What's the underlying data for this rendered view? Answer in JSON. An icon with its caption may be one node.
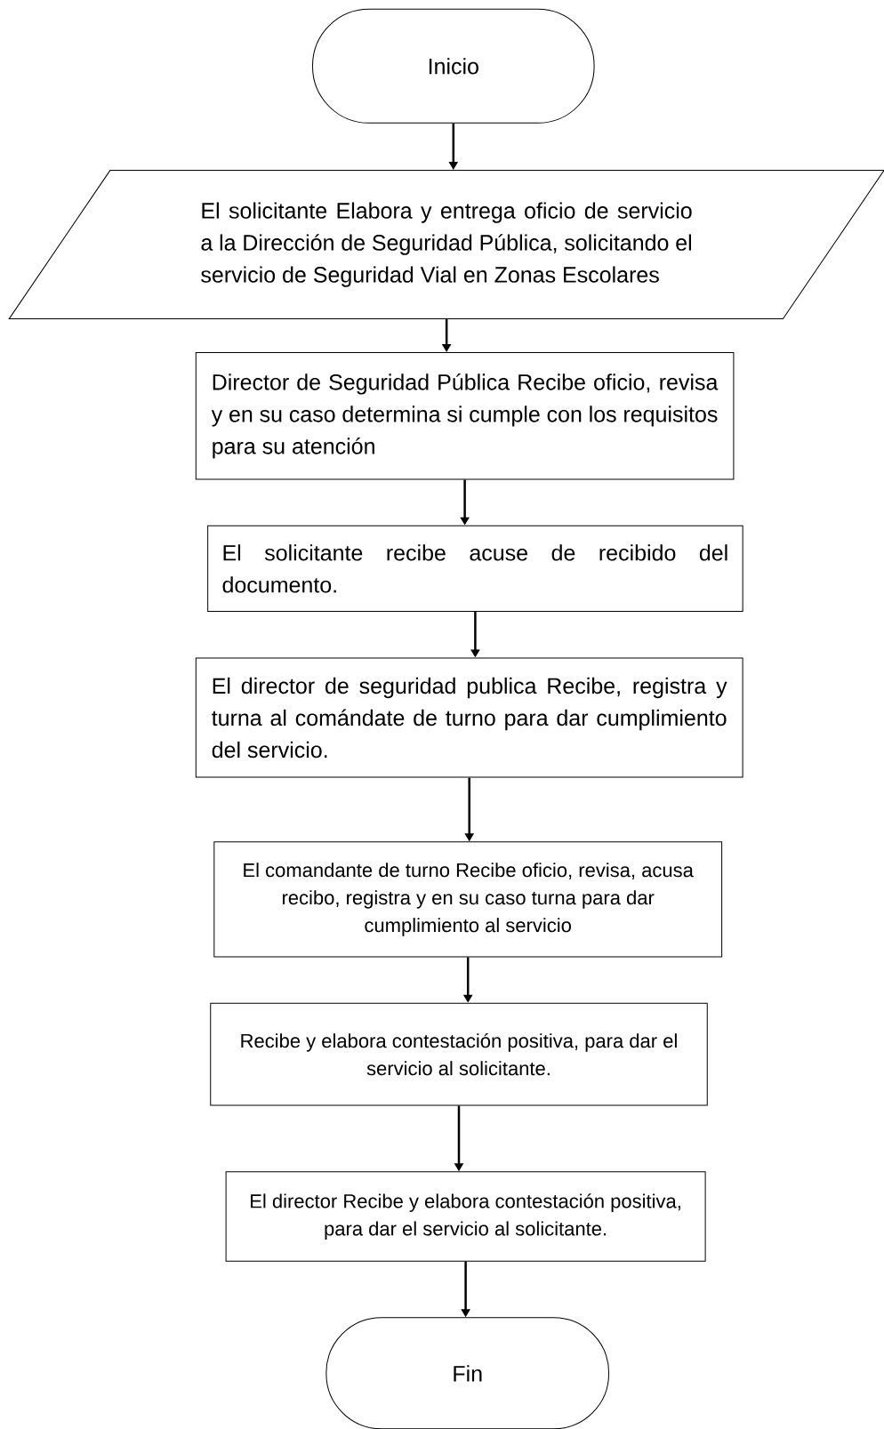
{
  "diagram": {
    "nodes": [
      {
        "text": [
          "Inicio"
        ]
      },
      {
        "text": [
          "El solicitante Elabora y entrega oficio de servicio a la Dirección de Seguridad Pública, solicitando el servicio de Seguridad Vial en Zonas Escolares"
        ]
      },
      {
        "text": [
          "Director de Seguridad Pública Recibe oficio, revisa y en su caso determina si cumple con los requisitos para su atención"
        ]
      },
      {
        "text": [
          "El solicitante recibe acuse de recibido del documento."
        ]
      },
      {
        "text": [
          "El director de seguridad publica Recibe, registra y turna al comándate de turno para dar cumplimiento del servicio."
        ]
      },
      {
        "text": [
          "El comandante de turno Recibe oficio, revisa, acusa recibo, registra y en su caso turna para dar cumplimiento al servicio"
        ]
      },
      {
        "text": [
          "Recibe y elabora contestación positiva, para dar el servicio al solicitante."
        ]
      },
      {
        "text": [
          "El director Recibe y elabora contestación positiva, para dar el servicio al solicitante."
        ]
      },
      {
        "text": [
          "Fin"
        ]
      }
    ],
    "edges": [
      {
        "from": 0,
        "to": 1,
        "arrow": "to"
      },
      {
        "from": 1,
        "to": 2,
        "arrow": "to"
      },
      {
        "from": 2,
        "to": 3,
        "arrow": "to"
      },
      {
        "from": 3,
        "to": 4,
        "arrow": "to"
      },
      {
        "from": 4,
        "to": 5,
        "arrow": "to"
      },
      {
        "from": 5,
        "to": 6,
        "arrow": "to"
      },
      {
        "from": 6,
        "to": 7,
        "arrow": "to"
      },
      {
        "from": 7,
        "to": 8,
        "arrow": "to"
      }
    ]
  }
}
